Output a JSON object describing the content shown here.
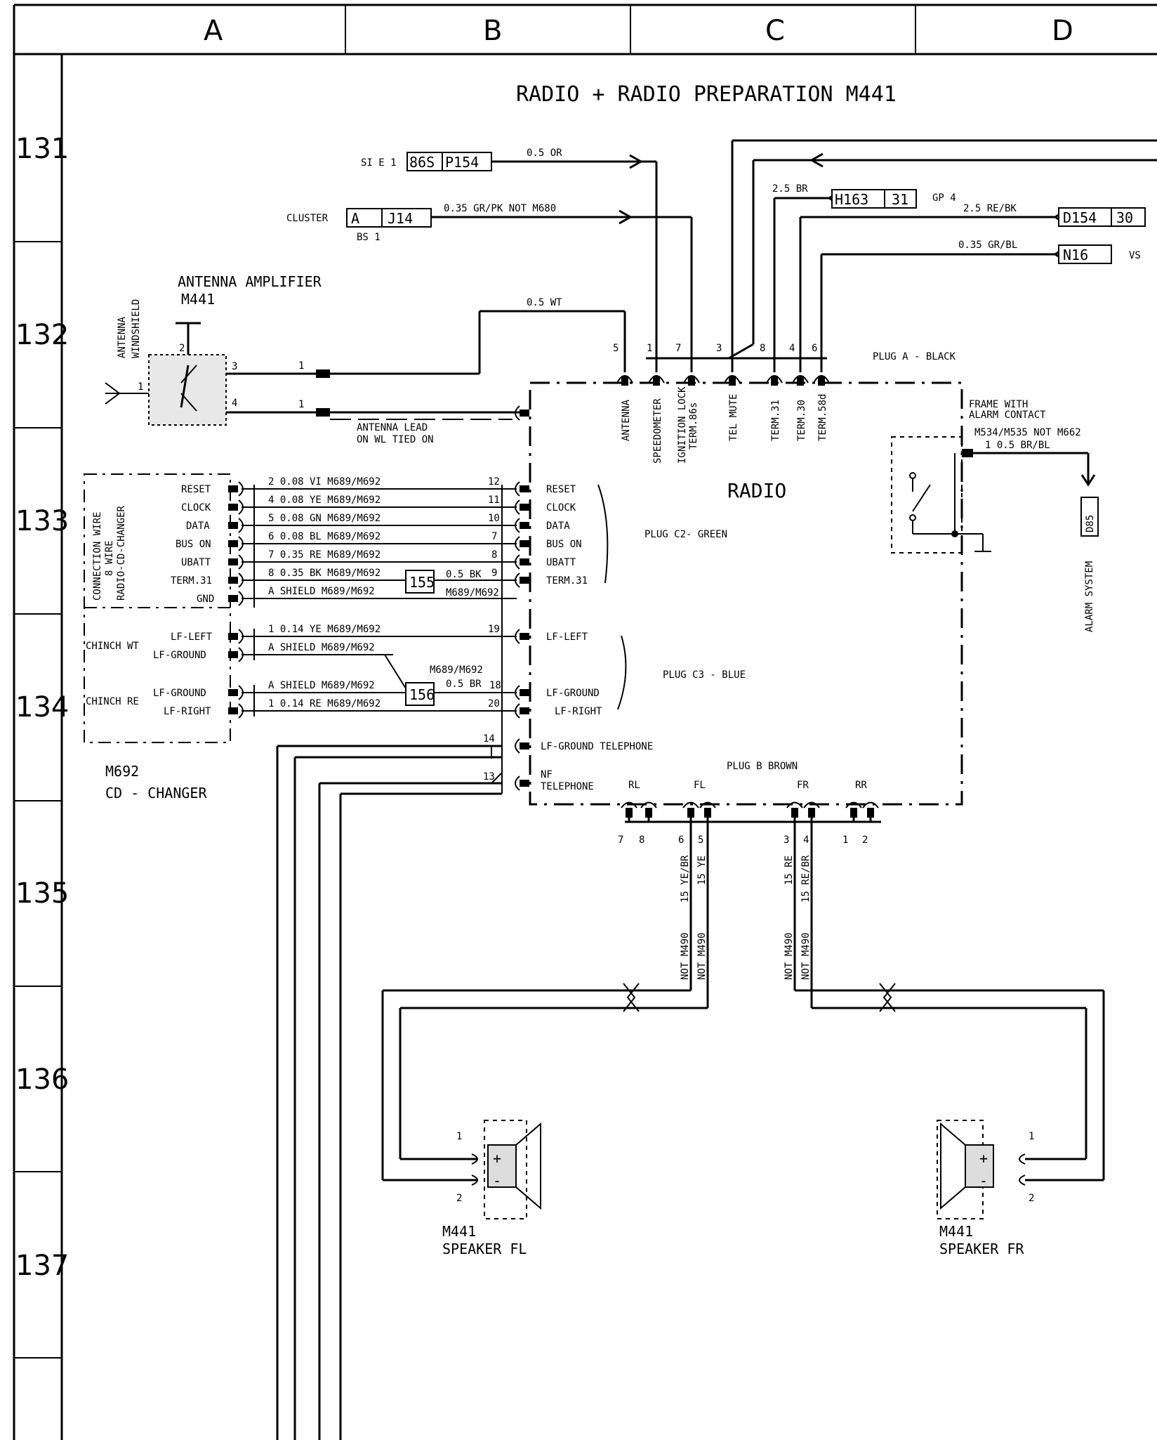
{
  "columns": [
    "A",
    "B",
    "C",
    "D"
  ],
  "rows": [
    "131",
    "132",
    "133",
    "134",
    "135",
    "136",
    "137"
  ],
  "title": "RADIO + RADIO PREPARATION M441",
  "top_inputs": {
    "si_e1": "SI E 1",
    "fuse_86s": "86S",
    "fuse_p154": "P154",
    "wire_05or": "0.5 OR",
    "cluster": "CLUSTER",
    "cluster_a": "A",
    "cluster_j14": "J14",
    "bs1": "BS 1",
    "wire_cluster": "0.35 GR/PK  NOT M680",
    "wire_25br": "2.5 BR",
    "h163": "H163",
    "h163_31": "31",
    "gp4": "GP 4",
    "wire_25rebk": "2.5 RE/BK",
    "d154": "D154",
    "d154_30": "30",
    "wire_035grbl": "0.35 GR/BL",
    "n16": "N16",
    "vs": "VS"
  },
  "antenna": {
    "title1": "ANTENNA AMPLIFIER",
    "title2": "M441",
    "side1": "ANTENNA",
    "side2": "WINDSHIELD",
    "pin1": "1",
    "pin2": "2",
    "pin3": "3",
    "pin4": "4",
    "wire_05wt": "0.5 WT",
    "wire1a": "1",
    "wire1b": "1",
    "lead1": "ANTENNA LEAD",
    "lead2": "ON WL TIED ON"
  },
  "plug_a": {
    "label": "PLUG  A - BLACK",
    "pins": [
      "5",
      "1",
      "7",
      "3",
      "8",
      "4",
      "6"
    ],
    "names": [
      "ANTENNA",
      "SPEEDOMETER",
      "IGNITION LOCK",
      "TERM.86s",
      "TEL MUTE",
      "TERM.31",
      "TERM.30",
      "TERM.58d"
    ]
  },
  "radio": {
    "label": "RADIO",
    "plug_c2": "PLUG C2-    GREEN",
    "plug_c3": "PLUG C3  -  BLUE",
    "plug_b": "PLUG B BROWN"
  },
  "alarm": {
    "frame1": "FRAME WITH",
    "frame2": "ALARM CONTACT",
    "models": "M534/M535 NOT M662",
    "wire": "1   0.5 BR/BL",
    "conn": "D85",
    "system": "ALARM SYSTEM"
  },
  "cd_changer": {
    "side1": "CONNECTION WIRE",
    "side2": "8 WIRE",
    "side3": "RADIO-CD-CHANGER",
    "model": "M692",
    "name": "CD - CHANGER",
    "chinch_wt": "CHINCH WT",
    "chinch_re": "CHINCH RE",
    "left_labels": [
      "RESET",
      "CLOCK",
      "DATA",
      "BUS ON",
      "UBATT",
      "TERM.31",
      "GND",
      "LF-LEFT",
      "LF-GROUND",
      "LF-GROUND",
      "LF-RIGHT"
    ],
    "wire_texts": [
      "2    0.08 VI    M689/M692",
      "4    0.08 YE   M689/M692",
      "5    0.08 GN   M689/M692",
      "6    0.08 BL   M689/M692",
      "7    0.35 RE   M689/M692",
      "8    0.35 BK M689/M692",
      "A    SHIELD M689/M692",
      "1    0.14 YE   M689/M692",
      "A      SHIELD     M689/M692",
      "A   SHIELD  M689/M692",
      "1   0.14 RE   M689/M692"
    ],
    "right_pins": [
      "12",
      "11",
      "10",
      "7",
      "8",
      "9",
      "19",
      "18",
      "20",
      "14",
      "13"
    ],
    "right_labels": [
      "RESET",
      "CLOCK",
      "DATA",
      "BUS ON",
      "UBATT",
      "TERM.31",
      "LF-LEFT",
      "LF-GROUND",
      "LF-RIGHT",
      "LF-GROUND TELEPHONE",
      "NF",
      "TELEPHONE"
    ],
    "splice155": "155",
    "splice156": "156",
    "bk05": "0.5 BK",
    "m689a": "M689/M692",
    "m689b": "M689/M692",
    "br05": "0.5 BR"
  },
  "speaker_plug": {
    "groups": [
      "RL",
      "FL",
      "FR",
      "RR"
    ],
    "pins": [
      "7",
      "8",
      "6",
      "5",
      "3",
      "4",
      "1",
      "2"
    ],
    "wires": [
      "15 YE/BR",
      "15 YE",
      "15 RE",
      "15 RE/BR"
    ],
    "not490": "NOT M490"
  },
  "speakers": {
    "fl_model": "M441",
    "fl_name": "SPEAKER FL",
    "fr_model": "M441",
    "fr_name": "SPEAKER FR",
    "pin1": "1",
    "pin2": "2",
    "plus": "+",
    "minus": "-"
  }
}
